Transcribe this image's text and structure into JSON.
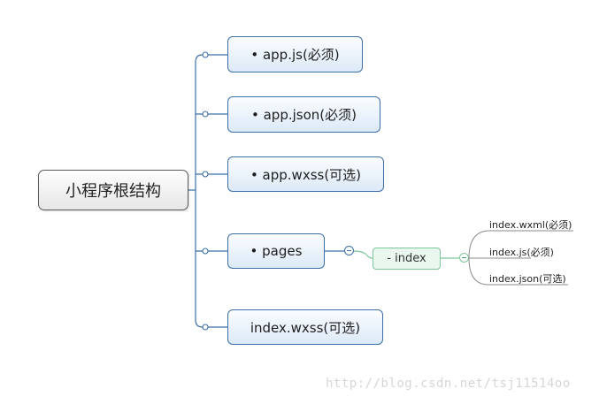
{
  "root": {
    "label": "小程序根结构"
  },
  "topics": [
    {
      "label": "• app.js(必须)"
    },
    {
      "label": "• app.json(必须)"
    },
    {
      "label": "• app.wxss(可选)"
    },
    {
      "label": "• pages"
    },
    {
      "label": "index.wxss(可选)"
    }
  ],
  "subtopic": {
    "label": "- index"
  },
  "leaves": [
    {
      "label": "index.wxml(必须)"
    },
    {
      "label": "index.js(必须)"
    },
    {
      "label": "index.json(可选)"
    }
  ],
  "watermark": "http://blog.csdn.net/tsj11514oo",
  "colors": {
    "topic_border": "#3d6fa6",
    "branch_line": "#3d6fa6",
    "sub_border": "#7ec79a",
    "leaf_line": "#8a8a8a"
  }
}
